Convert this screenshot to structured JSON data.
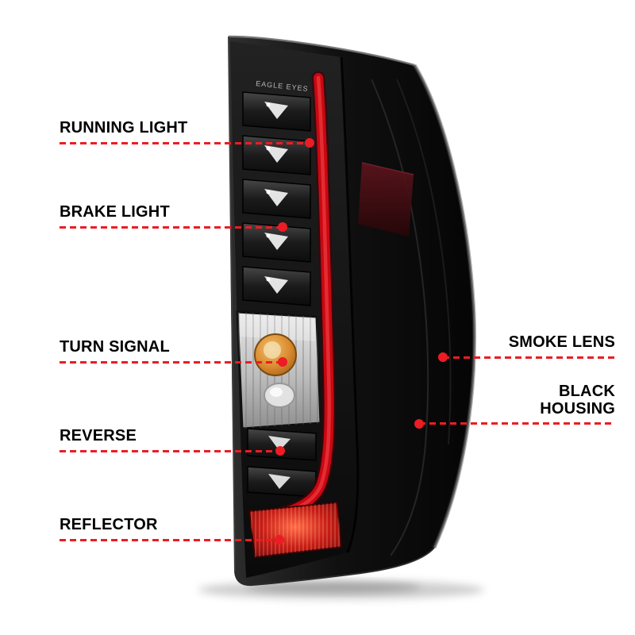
{
  "page": {
    "background": "#ffffff"
  },
  "product": {
    "name": "LED tail light with smoked lens and black housing",
    "brand_stamp": "EAGLE EYES",
    "colors": {
      "callout_red": "#ec1c24",
      "housing_black": "#0d0d0d",
      "light_bar_red": "#c70812",
      "turn_signal_amber": "#d98a2f",
      "reflector_red": "#b01010"
    }
  },
  "callouts": {
    "left": [
      {
        "label": "RUNNING LIGHT"
      },
      {
        "label": "BRAKE LIGHT"
      },
      {
        "label": "TURN SIGNAL"
      },
      {
        "label": "REVERSE"
      },
      {
        "label": "REFLECTOR"
      }
    ],
    "right": [
      {
        "label": "SMOKE LENS"
      },
      {
        "label": "BLACK HOUSING"
      }
    ]
  }
}
